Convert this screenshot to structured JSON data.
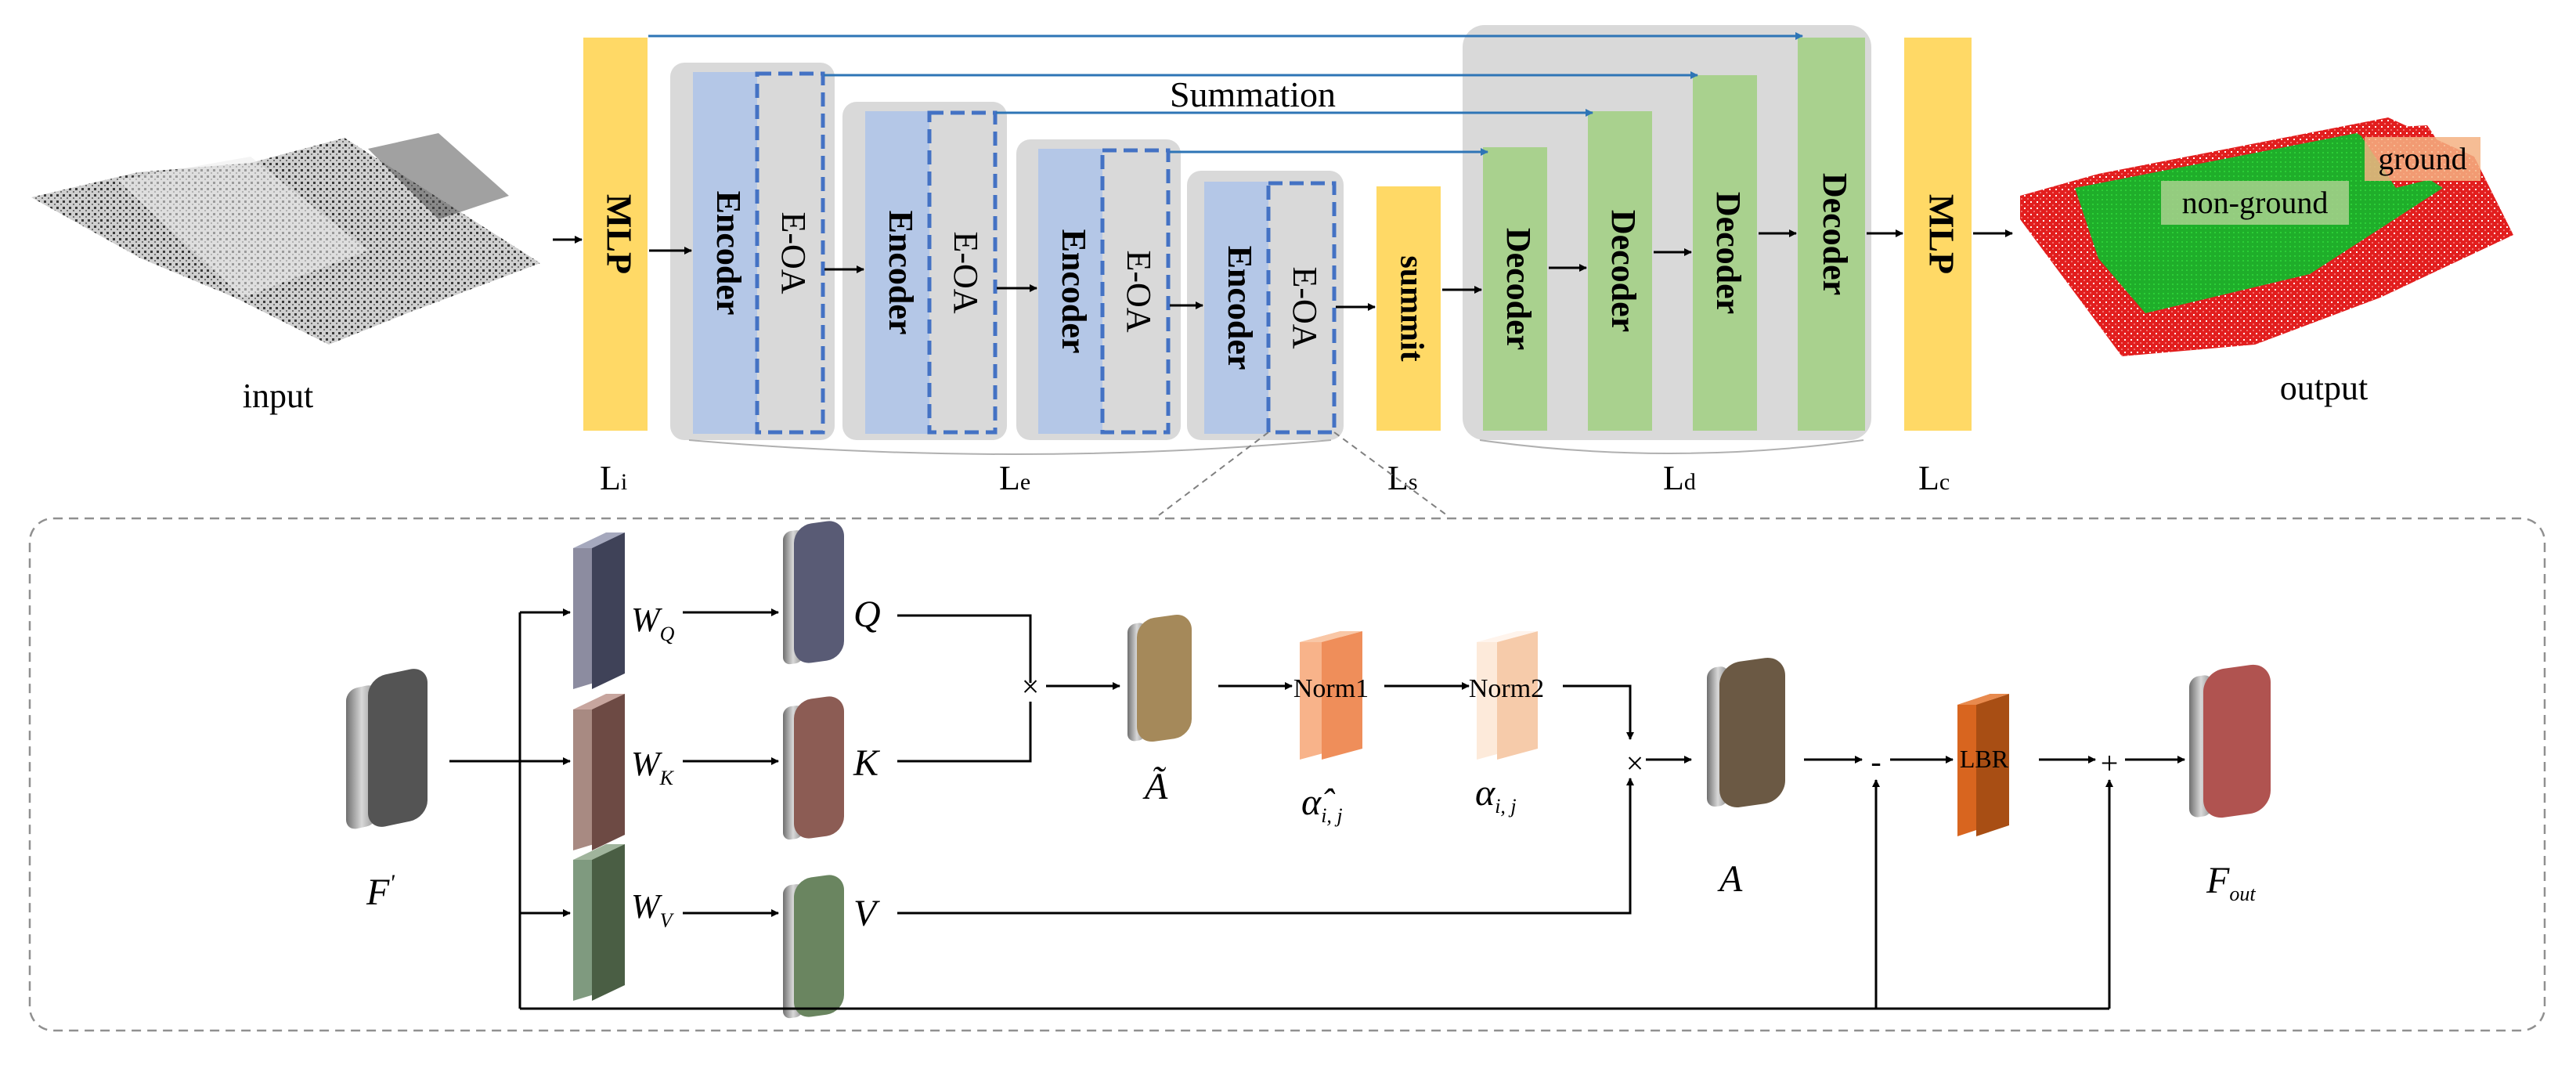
{
  "top": {
    "input_label": "input",
    "output_label": "output",
    "mlp_label": "MLP",
    "encoder_label": "Encoder",
    "eoa_label": "E-OA",
    "summit_label": "summit",
    "decoder_label": "Decoder",
    "summation_label": "Summation",
    "ground_label": "ground",
    "nonground_label": "non-ground",
    "layers": {
      "li_main": "L",
      "li_sub": "i",
      "le_main": "L",
      "le_sub": "e",
      "ls_main": "L",
      "ls_sub": "s",
      "ld_main": "L",
      "ld_sub": "d",
      "lc_main": "L",
      "lc_sub": "c"
    }
  },
  "bottom": {
    "input_feature_main": "F",
    "input_feature_sup": "'",
    "wq_main": "W",
    "wq_sub": "Q",
    "wk_main": "W",
    "wk_sub": "K",
    "wv_main": "W",
    "wv_sub": "V",
    "q_label": "Q",
    "k_label": "K",
    "v_label": "V",
    "times_symbol": "×",
    "a_tilde_label": "Ã",
    "norm1_label": "Norm1",
    "norm2_label": "Norm2",
    "alpha_hat_main": "α̂",
    "alpha_main": "α",
    "alpha_sub": "i, j",
    "a_label": "A",
    "minus_symbol": "-",
    "plus_symbol": "+",
    "lbr_label": "LBR",
    "fout_main": "F",
    "fout_sub": "out"
  },
  "colors": {
    "mlp": "#FFD966",
    "encoder": "#B4C7E7",
    "eoa_fill": "#D9D9D9",
    "eoa_border": "#4472C4",
    "decoder": "#A9D18E",
    "group_bg": "#D9D9D9",
    "skip_arrow": "#2E75B6",
    "ground_tag": "#F4B183",
    "nonground_tag": "#A9D18E"
  }
}
